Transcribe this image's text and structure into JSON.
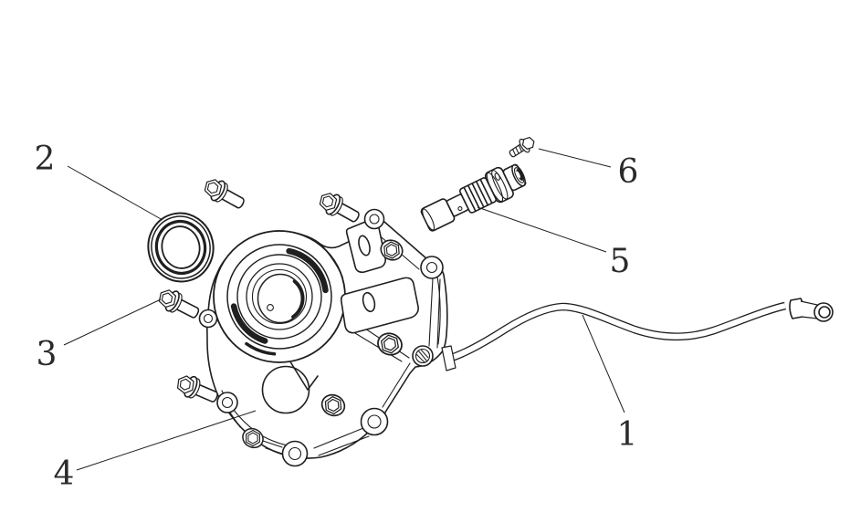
{
  "figure": {
    "type": "exploded-parts-line-diagram",
    "background_color": "#ffffff",
    "line_color": "#1f1f1f",
    "text_color": "#2a2a2a",
    "callouts": [
      {
        "number": "1"
      },
      {
        "number": "2"
      },
      {
        "number": "3"
      },
      {
        "number": "4"
      },
      {
        "number": "5"
      },
      {
        "number": "6"
      }
    ]
  }
}
